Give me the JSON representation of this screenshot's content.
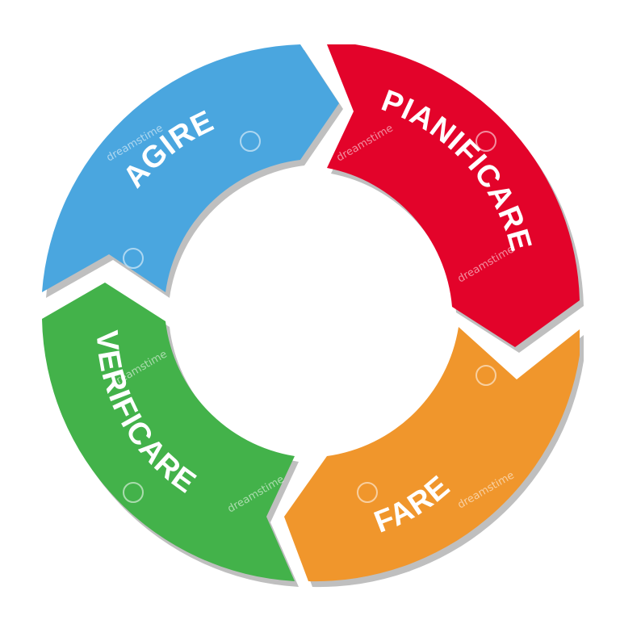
{
  "diagram": {
    "type": "cycle",
    "direction": "clockwise",
    "stages": [
      {
        "label": "PIANIFICARE",
        "color": "#e3032a",
        "icon": "arrow-segment"
      },
      {
        "label": "FARE",
        "color": "#f0962c",
        "icon": "arrow-segment"
      },
      {
        "label": "VERIFICARE",
        "color": "#43b24a",
        "icon": "arrow-segment"
      },
      {
        "label": "AGIRE",
        "color": "#4aa6df",
        "icon": "arrow-segment"
      }
    ],
    "shadow_color": "#bfbfbf"
  },
  "watermark": {
    "text": "dreamstime",
    "icon": "spiral-icon"
  }
}
